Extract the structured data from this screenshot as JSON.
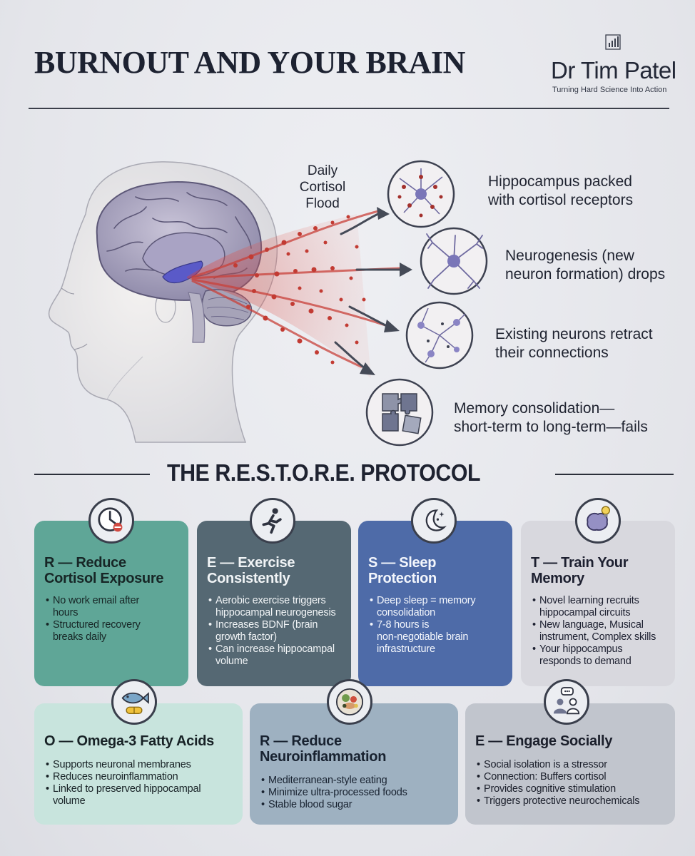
{
  "header": {
    "title": "BURNOUT AND YOUR BRAIN",
    "author": "Dr Tim Patel",
    "tagline": "Turning Hard Science Into Action"
  },
  "cortisol": {
    "line1": "Daily",
    "line2": "Cortisol",
    "line3": "Flood"
  },
  "effects": [
    {
      "line1": "Hippocampus packed",
      "line2": "with cortisol receptors",
      "icon": "neuron-receptors-icon"
    },
    {
      "line1": "Neurogenesis (new",
      "line2": "neuron formation) drops",
      "icon": "neuron-icon"
    },
    {
      "line1": "Existing neurons retract",
      "line2": "their connections",
      "icon": "neuron-network-icon"
    },
    {
      "line1": "Memory consolidation—",
      "line2": "short-term to long-term—fails",
      "icon": "puzzle-icon"
    }
  ],
  "protocol_title": "THE R.E.S.T.O.R.E. PROTOCOL",
  "cards": [
    {
      "title1": "R — Reduce",
      "title2": "Cortisol Exposure",
      "icon": "clock-icon",
      "bullets": [
        {
          "l1": "No work email after",
          "l2": "hours"
        },
        {
          "l1": "Structured recovery",
          "l2": "breaks daily"
        }
      ]
    },
    {
      "title1": "E — Exercise",
      "title2": "Consistently",
      "icon": "running-person-icon",
      "bullets": [
        {
          "l1": "Aerobic exercise triggers",
          "l2": "hippocampal neurogenesis"
        },
        {
          "l1": "Increases BDNF (brain",
          "l2": "growth factor)"
        },
        {
          "l1": "Can increase hippocampal",
          "l2": "volume"
        }
      ]
    },
    {
      "title1": "S — Sleep",
      "title2": "Protection",
      "icon": "moon-stars-icon",
      "bullets": [
        {
          "l1": "Deep sleep = memory",
          "l2": "consolidation"
        },
        {
          "l1": "7-8 hours is",
          "l2": "non-negotiable brain",
          "l3": "infrastructure"
        }
      ]
    },
    {
      "title1": "T — Train Your",
      "title2": "Memory",
      "icon": "brain-lightbulb-icon",
      "bullets": [
        {
          "l1": "Novel learning recruits",
          "l2": "hippocampal circuits"
        },
        {
          "l1": "New language, Musical",
          "l2": "instrument, Complex skills"
        },
        {
          "l1": "Your hippocampus",
          "l2": "responds to demand"
        }
      ]
    },
    {
      "title1": "O — Omega-3 Fatty Acids",
      "icon": "fish-pill-icon",
      "bullets": [
        {
          "l1": "Supports neuronal membranes"
        },
        {
          "l1": "Reduces neuroinflammation"
        },
        {
          "l1": "Linked to preserved hippocampal",
          "l2": "volume"
        }
      ]
    },
    {
      "title1": "R — Reduce",
      "title2": "Neuroinflammation",
      "icon": "food-bowl-icon",
      "bullets": [
        {
          "l1": "Mediterranean-style eating"
        },
        {
          "l1": "Minimize ultra-processed foods"
        },
        {
          "l1": "Stable blood sugar"
        }
      ]
    },
    {
      "title1": "E — Engage Socially",
      "icon": "people-chat-icon",
      "bullets": [
        {
          "l1": "Social isolation is a stressor"
        },
        {
          "l1": "Connection: Buffers cortisol"
        },
        {
          "l1": "Provides cognitive stimulation"
        },
        {
          "l1": "Triggers protective neurochemicals"
        }
      ]
    }
  ]
}
